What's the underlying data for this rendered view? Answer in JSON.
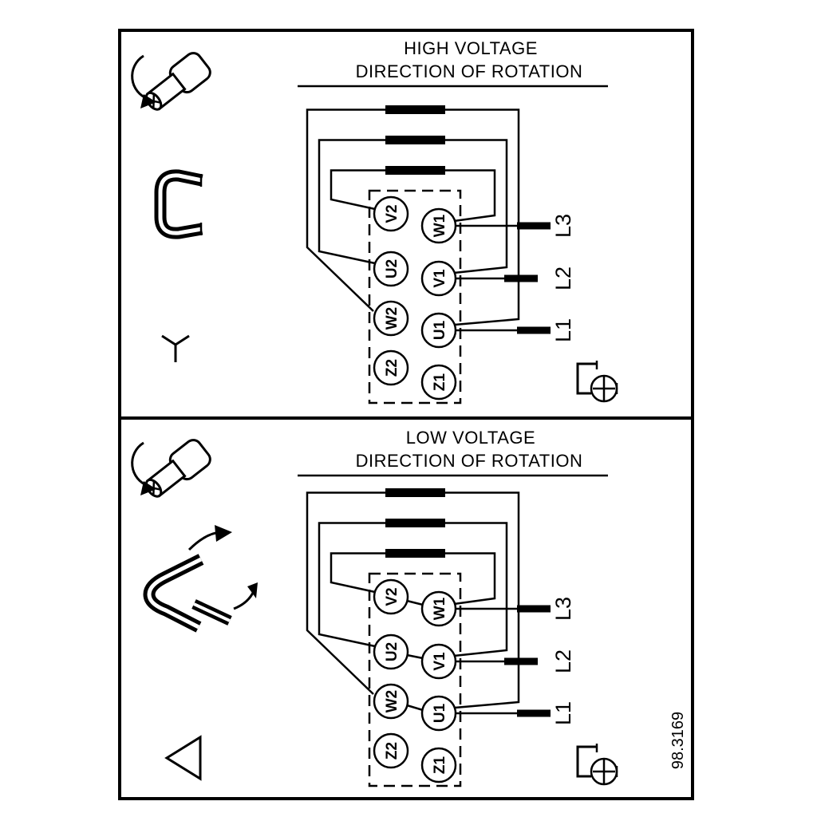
{
  "colors": {
    "ink": "#000000",
    "paper": "#ffffff"
  },
  "figure_number": "98.3169",
  "icons": {
    "screw": "rotation-screw-icon",
    "jumper_link": "jumper-link-icon",
    "jumper_links_delta": "jumper-links-delta-icon",
    "star": "star-connection-icon",
    "delta": "delta-connection-icon",
    "ground": "ground-terminal-icon"
  },
  "panels": [
    {
      "title": "HIGH VOLTAGE",
      "subtitle": "DIRECTION OF ROTATION",
      "connection": "star",
      "terminals_left": [
        "V2",
        "U2",
        "W2",
        "Z2"
      ],
      "terminals_right": [
        "W1",
        "V1",
        "U1",
        "Z1"
      ],
      "line_labels": [
        "L3",
        "L2",
        "L1"
      ]
    },
    {
      "title": "LOW VOLTAGE",
      "subtitle": "DIRECTION OF ROTATION",
      "connection": "delta",
      "terminals_left": [
        "V2",
        "U2",
        "W2",
        "Z2"
      ],
      "terminals_right": [
        "W1",
        "V1",
        "U1",
        "Z1"
      ],
      "line_labels": [
        "L3",
        "L2",
        "L1"
      ]
    }
  ]
}
